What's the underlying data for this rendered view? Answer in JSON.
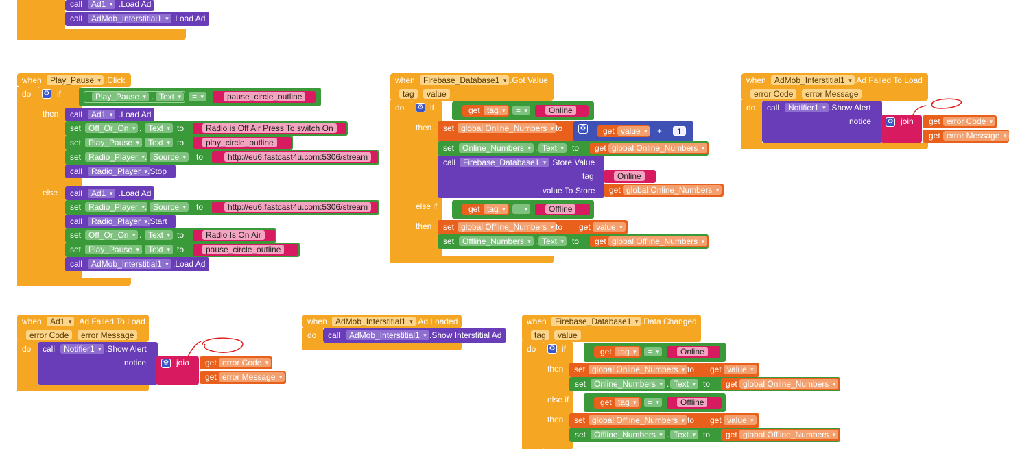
{
  "kw": {
    "when": "when",
    "do": "do",
    "call": "call",
    "set": "set",
    "get": "get",
    "to": "to",
    "if": "if",
    "then": "then",
    "else": "else",
    "else_if": "else if",
    "join": "join",
    "notice": "notice",
    "tag": "tag",
    "value_to_store": "value To Store",
    "plus": "+",
    "eq": "=",
    "dot": "."
  },
  "top_fragment": {
    "ad1": "Ad1",
    "admob": "AdMob_Interstitial1",
    "load_ad": ".Load Ad"
  },
  "play_pause": {
    "component": "Play_Pause",
    "event": ".Click",
    "text_prop": "Text",
    "eq": "=",
    "str_pause": "pause_circle_outline",
    "ad1": "Ad1",
    "load_ad": ".Load Ad",
    "off_or_on": "Off_Or_On",
    "str_off": "Radio is Off Air Press To switch On",
    "str_play": "play_circle_outline",
    "radio_player": "Radio_Player",
    "source": "Source",
    "url": "http://eu6.fastcast4u.com:5306/stream",
    "stop": ".Stop",
    "start": ".Start",
    "str_on": "Radio Is On Air",
    "admob": "AdMob_Interstitial1"
  },
  "fb_got": {
    "component": "Firebase_Database1",
    "event": ".Got Value",
    "p_tag": "tag",
    "p_value": "value",
    "tag": "tag",
    "online": "Online",
    "offline": "Offline",
    "g_online": "global Online_Numbers",
    "g_offline": "global Offline_Numbers",
    "value": "value",
    "one": "1",
    "online_numbers": "Online_Numbers",
    "offline_numbers": "Offline_Numbers",
    "text": "Text",
    "fb": "Firebase_Database1",
    "store_value": ".Store Value"
  },
  "admob_failed": {
    "component": "AdMob_Interstitial1",
    "event": ".Ad Failed To Load",
    "p_error_code": "error Code",
    "p_error_message": "error Message",
    "notifier": "Notifier1",
    "show_alert": ".Show Alert",
    "error_code": "error Code",
    "error_message": "error Message"
  },
  "ad1_failed": {
    "component": "Ad1",
    "event": ".Ad Failed To Load",
    "p_error_code": "error Code",
    "p_error_message": "error Message",
    "notifier": "Notifier1",
    "show_alert": ".Show Alert",
    "error_code": "error Code",
    "error_message": "error Message"
  },
  "admob_loaded": {
    "component": "AdMob_Interstitial1",
    "event": ".Ad Loaded",
    "target": "AdMob_Interstitial1",
    "method": ".Show Interstitial Ad"
  },
  "fb_changed": {
    "component": "Firebase_Database1",
    "event": ".Data Changed",
    "p_tag": "tag",
    "p_value": "value",
    "tag": "tag",
    "online": "Online",
    "offline": "Offline",
    "g_online": "global Online_Numbers",
    "g_offline": "global Offline_Numbers",
    "value": "value",
    "online_numbers": "Online_Numbers",
    "offline_numbers": "Offline_Numbers",
    "text": "Text"
  },
  "colors": {
    "event": "#f5a623",
    "component_call": "#6a3db8",
    "setter": "#3a9a3a",
    "variable": "#e8601c",
    "text": "#d81b60",
    "math": "#3f51b5",
    "annotation": "#e02020"
  }
}
